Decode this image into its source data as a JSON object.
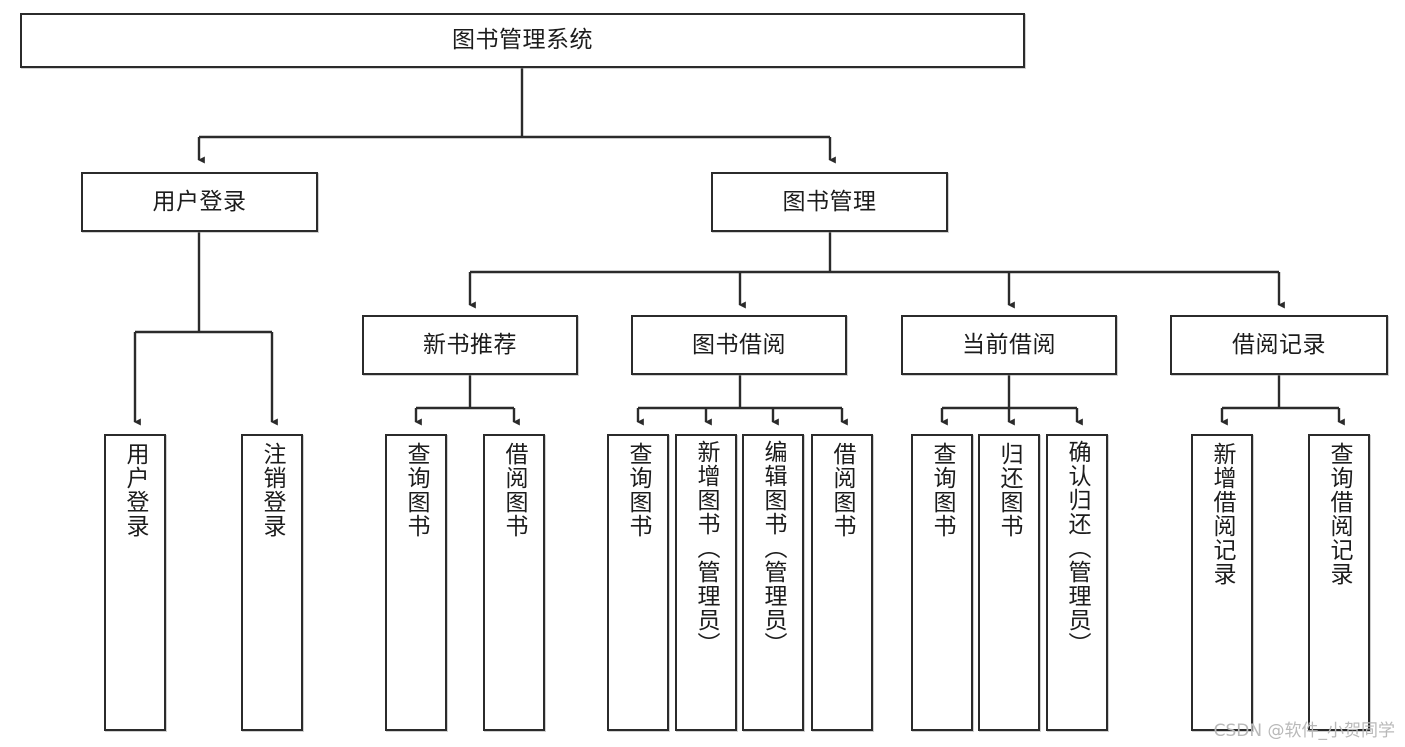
{
  "diagram": {
    "type": "tree",
    "title": "图书管理系统",
    "watermark": "CSDN @软件_小贺同学",
    "colors": {
      "stroke": "#2b2b2b",
      "fill": "#ffffff",
      "text": "#1c1c1c",
      "watermark": "#b9b9b9"
    },
    "root": {
      "id": "root",
      "label": "图书管理系统"
    },
    "level2": [
      {
        "id": "user-login",
        "label": "用户登录"
      },
      {
        "id": "book-manage",
        "label": "图书管理"
      }
    ],
    "level3": [
      {
        "id": "new-book-recommend",
        "label": "新书推荐"
      },
      {
        "id": "book-borrow",
        "label": "图书借阅"
      },
      {
        "id": "current-borrow",
        "label": "当前借阅"
      },
      {
        "id": "borrow-record",
        "label": "借阅记录"
      }
    ],
    "leaves": {
      "user-login": [
        {
          "id": "leaf-user-login",
          "label": "用户登录"
        },
        {
          "id": "leaf-user-logout",
          "label": "注销登录"
        }
      ],
      "new-book-recommend": [
        {
          "id": "leaf-query-book-1",
          "label": "查询图书"
        },
        {
          "id": "leaf-borrow-book-1",
          "label": "借阅图书"
        }
      ],
      "book-borrow": [
        {
          "id": "leaf-query-book-2",
          "label": "查询图书"
        },
        {
          "id": "leaf-add-book",
          "label": "新增图书（管理员）"
        },
        {
          "id": "leaf-edit-book",
          "label": "编辑图书（管理员）"
        },
        {
          "id": "leaf-borrow-book-2",
          "label": "借阅图书"
        }
      ],
      "current-borrow": [
        {
          "id": "leaf-query-book-3",
          "label": "查询图书"
        },
        {
          "id": "leaf-return-book",
          "label": "归还图书"
        },
        {
          "id": "leaf-confirm-return",
          "label": "确认归还（管理员）"
        }
      ],
      "borrow-record": [
        {
          "id": "leaf-add-record",
          "label": "新增借阅记录"
        },
        {
          "id": "leaf-query-record",
          "label": "查询借阅记录"
        }
      ]
    }
  }
}
